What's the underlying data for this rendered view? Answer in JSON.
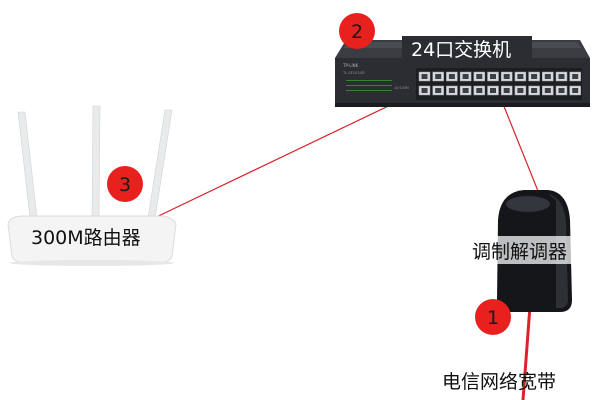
{
  "devices": {
    "switch": {
      "label": "24口交换机",
      "badge": "2",
      "brand": "TL-SF1024D",
      "panel_text_a": "TP-LINK",
      "panel_text_b": "10/100M"
    },
    "router": {
      "label": "300M路由器",
      "badge": "3"
    },
    "modem": {
      "label": "调制解调器",
      "badge": "1"
    },
    "isp": {
      "label": "电信网络宽带"
    }
  },
  "colors": {
    "badge_red": "#e8201e",
    "cable_red": "#d9232a",
    "switch_body": "#2b2d33",
    "switch_port": "#d6d9de",
    "router_body": "#f4f4f4",
    "modem_body": "#15161a",
    "label_text": "#111111"
  }
}
